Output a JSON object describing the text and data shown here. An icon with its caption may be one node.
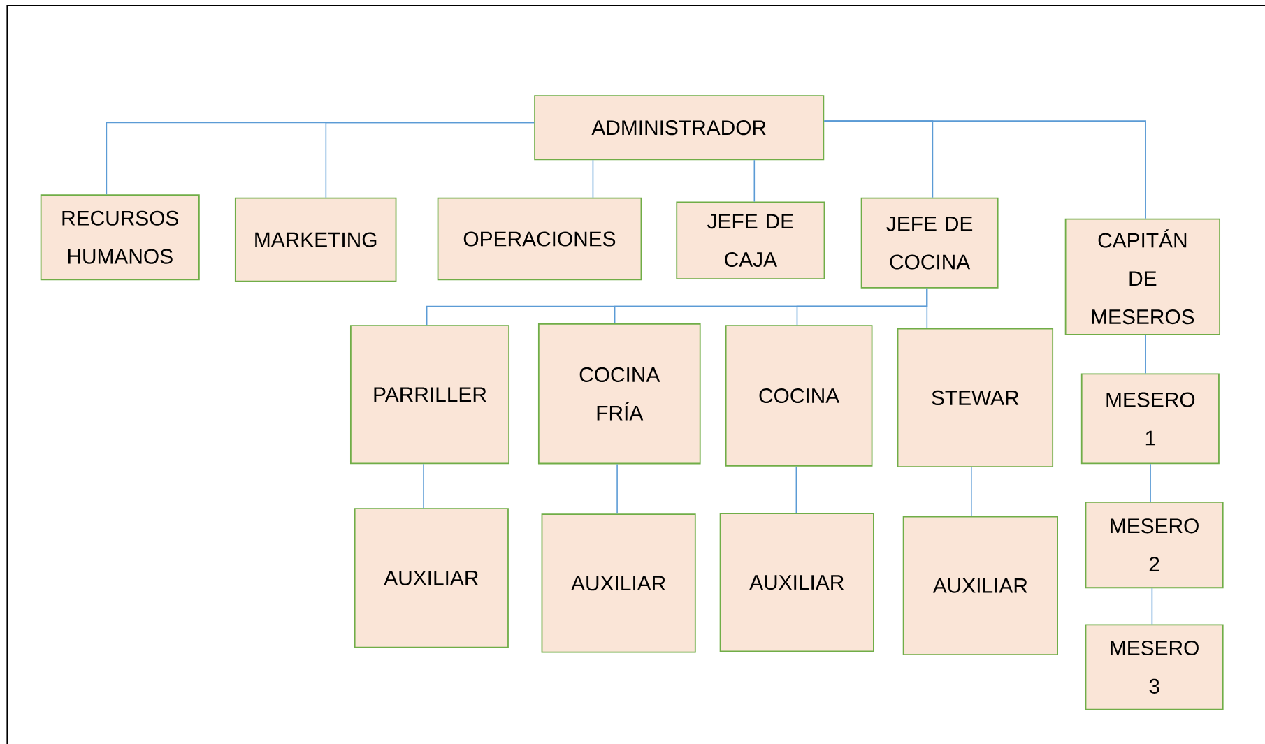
{
  "diagram": {
    "nodes": [
      {
        "text": [
          "ADMINISTRADOR"
        ]
      },
      {
        "text": [
          "RECURSOS HUMANOS"
        ]
      },
      {
        "text": [
          "MARKETING"
        ]
      },
      {
        "text": [
          "OPERACIONES"
        ]
      },
      {
        "text": [
          "JEFE DE CAJA"
        ]
      },
      {
        "text": [
          "JEFE DE COCINA"
        ]
      },
      {
        "text": [
          "CAPITÁN DE MESEROS"
        ]
      },
      {
        "text": [
          "PARRILLER"
        ]
      },
      {
        "text": [
          "COCINA FRÍA"
        ]
      },
      {
        "text": [
          "COCINA"
        ]
      },
      {
        "text": [
          "STEWAR"
        ]
      },
      {
        "text": [
          "AUXILIAR"
        ]
      },
      {
        "text": [
          "AUXILIAR"
        ]
      },
      {
        "text": [
          "AUXILIAR"
        ]
      },
      {
        "text": [
          "AUXILIAR"
        ]
      },
      {
        "text": [
          "MESERO 1"
        ]
      },
      {
        "text": [
          "MESERO 2"
        ]
      },
      {
        "text": [
          "MESERO 3"
        ]
      }
    ],
    "edges": [
      {
        "from": 0,
        "to": 1,
        "arrow": "none"
      },
      {
        "from": 0,
        "to": 2,
        "arrow": "none"
      },
      {
        "from": 0,
        "to": 3,
        "arrow": "none"
      },
      {
        "from": 0,
        "to": 4,
        "arrow": "none"
      },
      {
        "from": 0,
        "to": 5,
        "arrow": "none"
      },
      {
        "from": 0,
        "to": 6,
        "arrow": "none"
      },
      {
        "from": 5,
        "to": 7,
        "arrow": "none"
      },
      {
        "from": 5,
        "to": 8,
        "arrow": "none"
      },
      {
        "from": 5,
        "to": 9,
        "arrow": "none"
      },
      {
        "from": 5,
        "to": 10,
        "arrow": "none"
      },
      {
        "from": 7,
        "to": 11,
        "arrow": "none"
      },
      {
        "from": 8,
        "to": 12,
        "arrow": "none"
      },
      {
        "from": 9,
        "to": 13,
        "arrow": "none"
      },
      {
        "from": 10,
        "to": 14,
        "arrow": "none"
      },
      {
        "from": 6,
        "to": 15,
        "arrow": "none"
      },
      {
        "from": 15,
        "to": 16,
        "arrow": "none"
      },
      {
        "from": 16,
        "to": 17,
        "arrow": "none"
      }
    ]
  }
}
